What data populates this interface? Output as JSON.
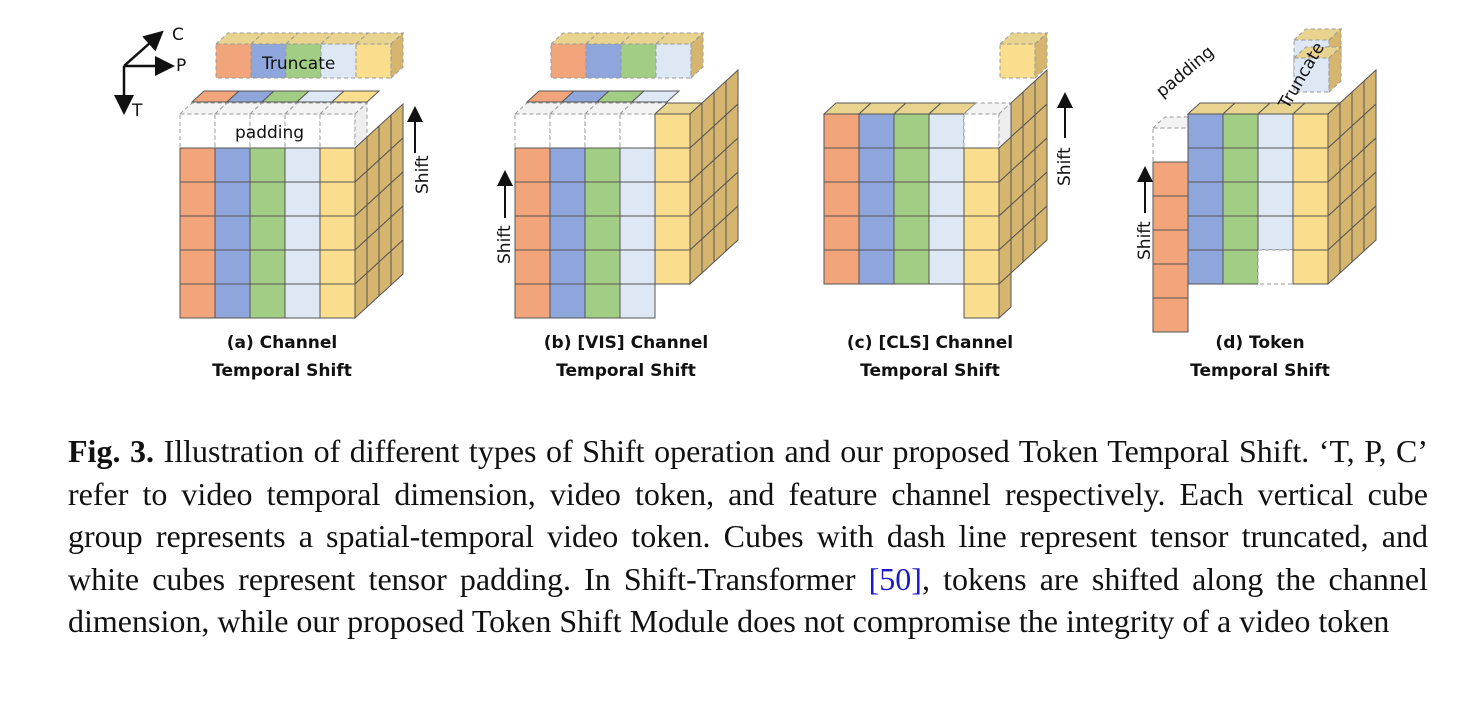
{
  "figure": {
    "axes": {
      "c": "C",
      "p": "P",
      "t": "T"
    },
    "panels": [
      {
        "line1": "(a) Channel",
        "line2": "Temporal Shift",
        "top_text": "Truncate",
        "side_text": "padding",
        "shift_text": "Shift"
      },
      {
        "line1": "(b) [VIS] Channel",
        "line2": "Temporal Shift",
        "shift_text": "Shift"
      },
      {
        "line1": "(c) [CLS] Channel",
        "line2": "Temporal Shift",
        "shift_text": "Shift"
      },
      {
        "line1": "(d) Token",
        "line2": "Temporal Shift",
        "pad_text": "padding",
        "trunc_text": "Truncate",
        "shift_text": "Shift"
      }
    ],
    "colors": {
      "orange": "#f2a57a",
      "blue": "#8fa6dc",
      "green": "#a2cd84",
      "light": "#dde8f4",
      "yellow": "#fbdd8e",
      "side": "#d6b56e",
      "top": "#e9d48f"
    }
  },
  "caption": {
    "label": "Fig. 3.",
    "text_before_ref": " Illustration of different types of Shift operation and our proposed Token Temporal Shift. ‘T, P, C’ refer to video temporal dimension, video token, and feature channel respectively. Each vertical cube group represents a spatial-temporal video token. Cubes with dash line represent tensor truncated, and white cubes represent tensor padding. In Shift-Transformer ",
    "ref": "[50]",
    "text_after_ref": ", tokens are shifted along the channel dimension, while our proposed Token Shift Module does not compromise the integrity of a video token"
  }
}
